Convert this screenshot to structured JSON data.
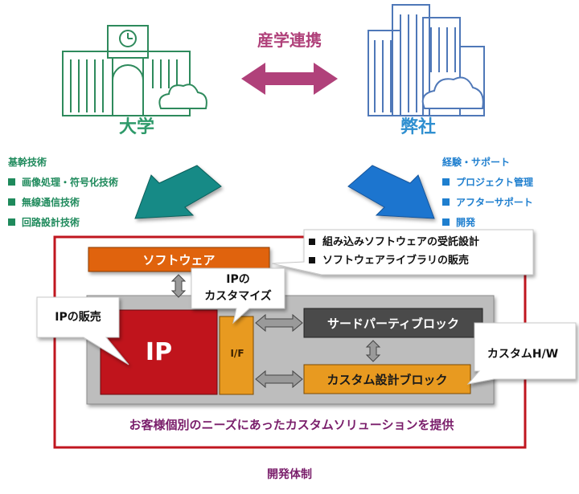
{
  "header": {
    "university_label": "大学",
    "company_label": "弊社",
    "collaboration_label": "産学連携"
  },
  "university_skills": {
    "heading": "基幹技術",
    "items": [
      "画像処理・符号化技術",
      "無線通信技術",
      "回路設計技術"
    ]
  },
  "company_services": {
    "heading": "経験・サポート",
    "items": [
      "プロジェクト管理",
      "アフターサポート",
      "開発"
    ]
  },
  "blocks": {
    "software": "ソフトウェア",
    "ip": "IP",
    "interface": "I/F",
    "third_party": "サードパーティブロック",
    "custom_design": "カスタム設計ブロック"
  },
  "callouts": {
    "software_items": [
      "組み込みソフトウェアの受託設計",
      "ソフトウェアライブラリの販売"
    ],
    "ip_customize": [
      "IPの",
      "カスタマイズ"
    ],
    "ip_sales": "IPの販売",
    "custom_hw": "カスタムH/W"
  },
  "proposal_text": "お客様個別のニーズにあったカスタムソリューションを提供",
  "system_label": "開発体制",
  "colors": {
    "university_green": "#2e9a6a",
    "company_blue": "#2f8fd0",
    "collab_magenta": "#b0417a",
    "ip_red": "#c0141c",
    "software_orange": "#e0630c",
    "block_orange": "#e89a20",
    "thirdparty_dark": "#4a4a4a",
    "frame_red": "#c0161f"
  },
  "icons": [
    "university-building-icon",
    "company-buildings-icon",
    "double-arrow-icon",
    "down-right-arrow-icon",
    "down-left-arrow-icon"
  ]
}
